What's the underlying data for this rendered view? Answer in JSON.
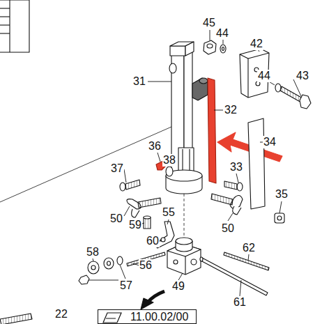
{
  "diagram": {
    "nodes": [
      {
        "text": [
          "11.00.02/00"
        ]
      }
    ],
    "labels": [
      "45",
      "44",
      "42",
      "44",
      "43",
      "31",
      "32",
      "34",
      "36",
      "38",
      "37",
      "33",
      "35",
      "50",
      "59",
      "55",
      "50",
      "60",
      "58",
      "56",
      "57",
      "62",
      "49",
      "61",
      "22"
    ]
  }
}
